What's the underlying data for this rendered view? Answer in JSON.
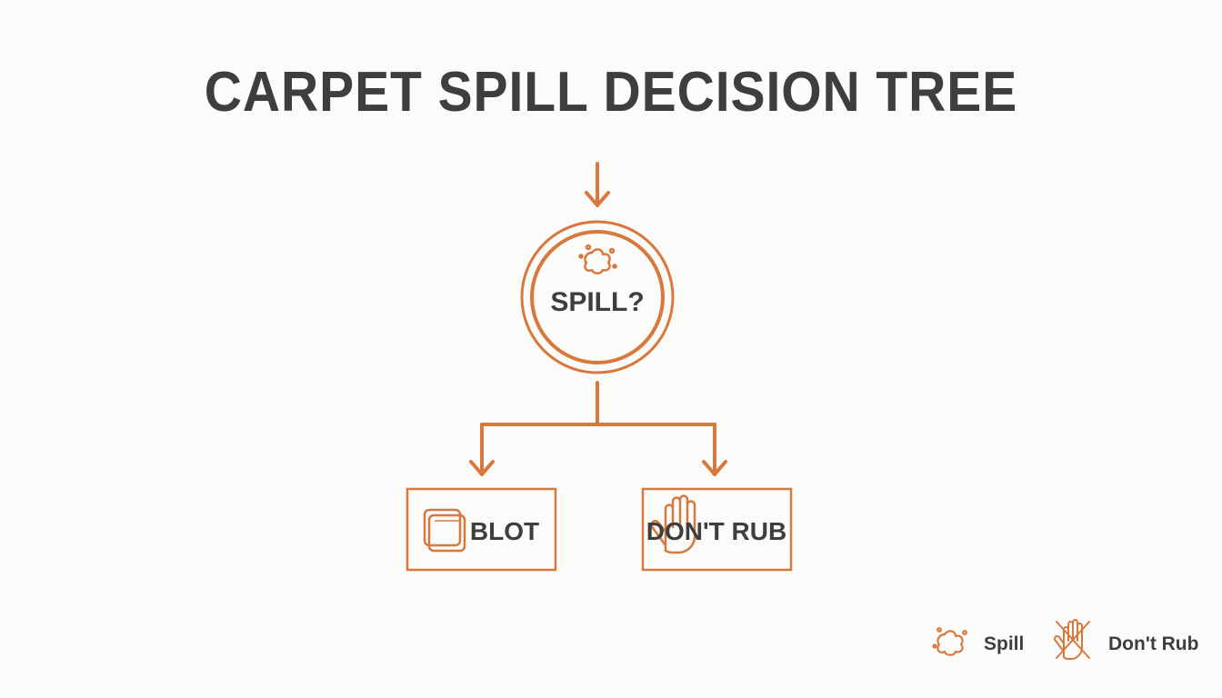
{
  "title": "CARPET SPILL DECISION TREE",
  "colors": {
    "accent": "#d9783c",
    "text": "#3e3e3e",
    "background": "#fbfbfa"
  },
  "nodes": {
    "start": {
      "label": "SPILL?",
      "icon": "splatter-icon"
    },
    "left": {
      "label": "BLOT",
      "icon": "cloth-icon"
    },
    "right": {
      "label": "DON'T RUB",
      "icon": "hand-icon"
    }
  },
  "legend": [
    {
      "label": "Spill",
      "icon": "splatter-icon"
    },
    {
      "label": "Don't Rub",
      "icon": "crossed-hand-icon"
    }
  ]
}
